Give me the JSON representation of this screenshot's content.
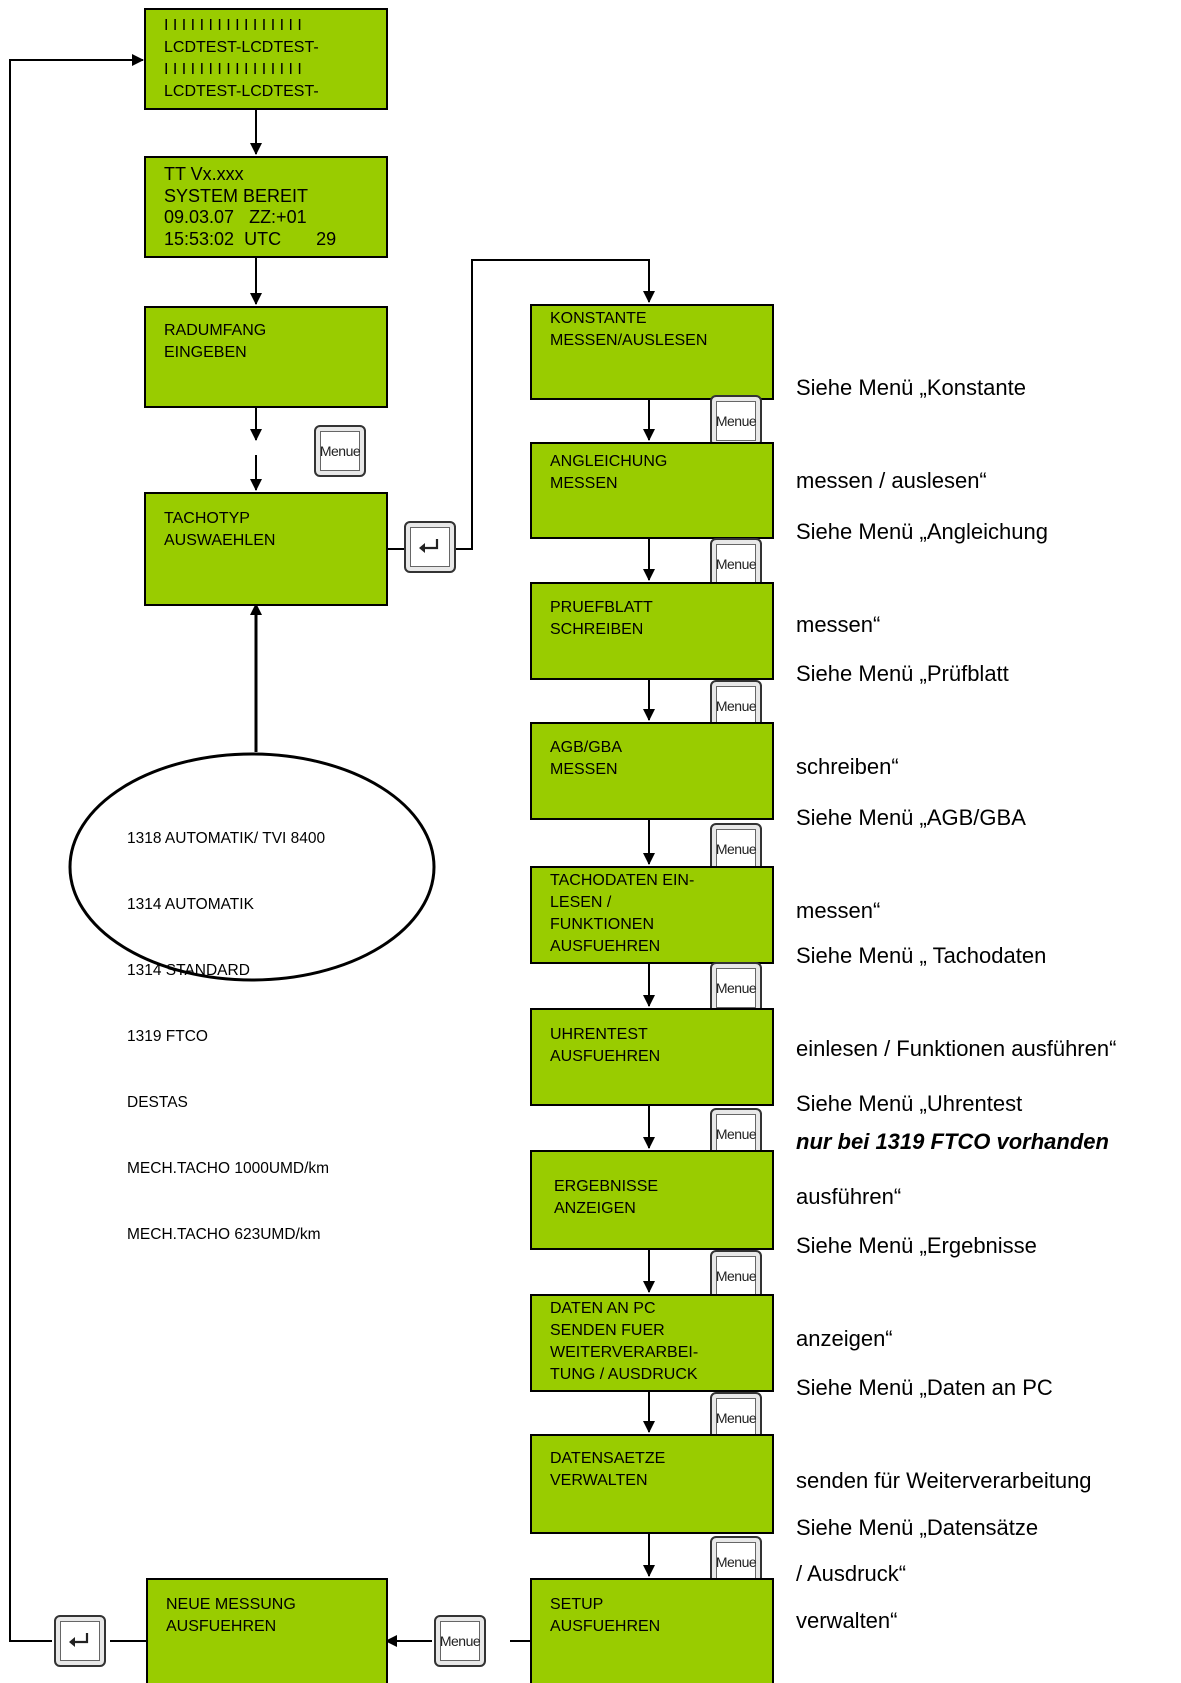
{
  "colors": {
    "lcd_green": "#99cc00",
    "outline": "#000000",
    "background": "#ffffff"
  },
  "icons": {
    "menu_key": "menu-key-icon",
    "enter_key": "enter-key-icon"
  },
  "keys": {
    "menu_label": "Menue"
  },
  "screens": {
    "lcdtest": [
      "I I I I I I I I I I I I I I I I",
      "LCDTEST-LCDTEST-",
      "I I I I I I I I I I I I I I I I",
      "LCDTEST-LCDTEST-"
    ],
    "system": [
      "TT Vx.xxx",
      "SYSTEM BEREIT",
      "09.03.07   ZZ:+01",
      "15:53:02  UTC       29"
    ],
    "radumfang": [
      "RADUMFANG",
      "EINGEBEN"
    ],
    "tachotyp": [
      "TACHOTYP",
      "AUSWAEHLEN"
    ],
    "neue_messung": [
      "NEUE MESSUNG",
      "AUSFUEHREN"
    ]
  },
  "tacho_types": [
    "1318 AUTOMATIK/ TVI 8400",
    "1314 AUTOMATIK",
    "1314 STANDARD",
    "1319 FTCO",
    "DESTAS",
    "MECH.TACHO 1000UMD/km",
    "MECH.TACHO 623UMD/km"
  ],
  "menu": [
    {
      "screen": [
        "KONSTANTE",
        "MESSEN/AUSLESEN"
      ],
      "note": [
        "Siehe Menü „Konstante",
        "messen / auslesen“"
      ]
    },
    {
      "screen": [
        "ANGLEICHUNG",
        "MESSEN"
      ],
      "note": [
        "Siehe Menü „Angleichung",
        "messen“"
      ]
    },
    {
      "screen": [
        "PRUEFBLATT",
        "SCHREIBEN"
      ],
      "note": [
        "Siehe Menü „Prüfblatt",
        "schreiben“"
      ]
    },
    {
      "screen": [
        "AGB/GBA",
        "MESSEN"
      ],
      "note": [
        "Siehe Menü „AGB/GBA",
        "messen“"
      ]
    },
    {
      "screen": [
        "TACHODATEN EIN-",
        "LESEN /",
        "FUNKTIONEN",
        "AUSFUEHREN"
      ],
      "note": [
        "Siehe Menü „ Tachodaten",
        "einlesen / Funktionen ausführen“"
      ],
      "note_emphasis": "nur bei 1319 FTCO vorhanden"
    },
    {
      "screen": [
        "UHRENTEST",
        "AUSFUEHREN"
      ],
      "note": [
        "Siehe Menü „Uhrentest",
        "ausführen“"
      ]
    },
    {
      "screen": [
        "ERGEBNISSE",
        "ANZEIGEN"
      ],
      "note": [
        "Siehe Menü „Ergebnisse",
        "anzeigen“"
      ]
    },
    {
      "screen": [
        "DATEN AN PC",
        "SENDEN FUER",
        "WEITERVERARBEI-",
        "TUNG / AUSDRUCK"
      ],
      "note": [
        "Siehe Menü „Daten an PC",
        "senden für Weiterverarbeitung",
        "/ Ausdruck“"
      ]
    },
    {
      "screen": [
        "DATENSAETZE",
        "VERWALTEN"
      ],
      "note": [
        "Siehe Menü „Datensätze",
        "verwalten“"
      ]
    },
    {
      "screen": [
        "SETUP",
        "AUSFUEHREN"
      ]
    }
  ]
}
